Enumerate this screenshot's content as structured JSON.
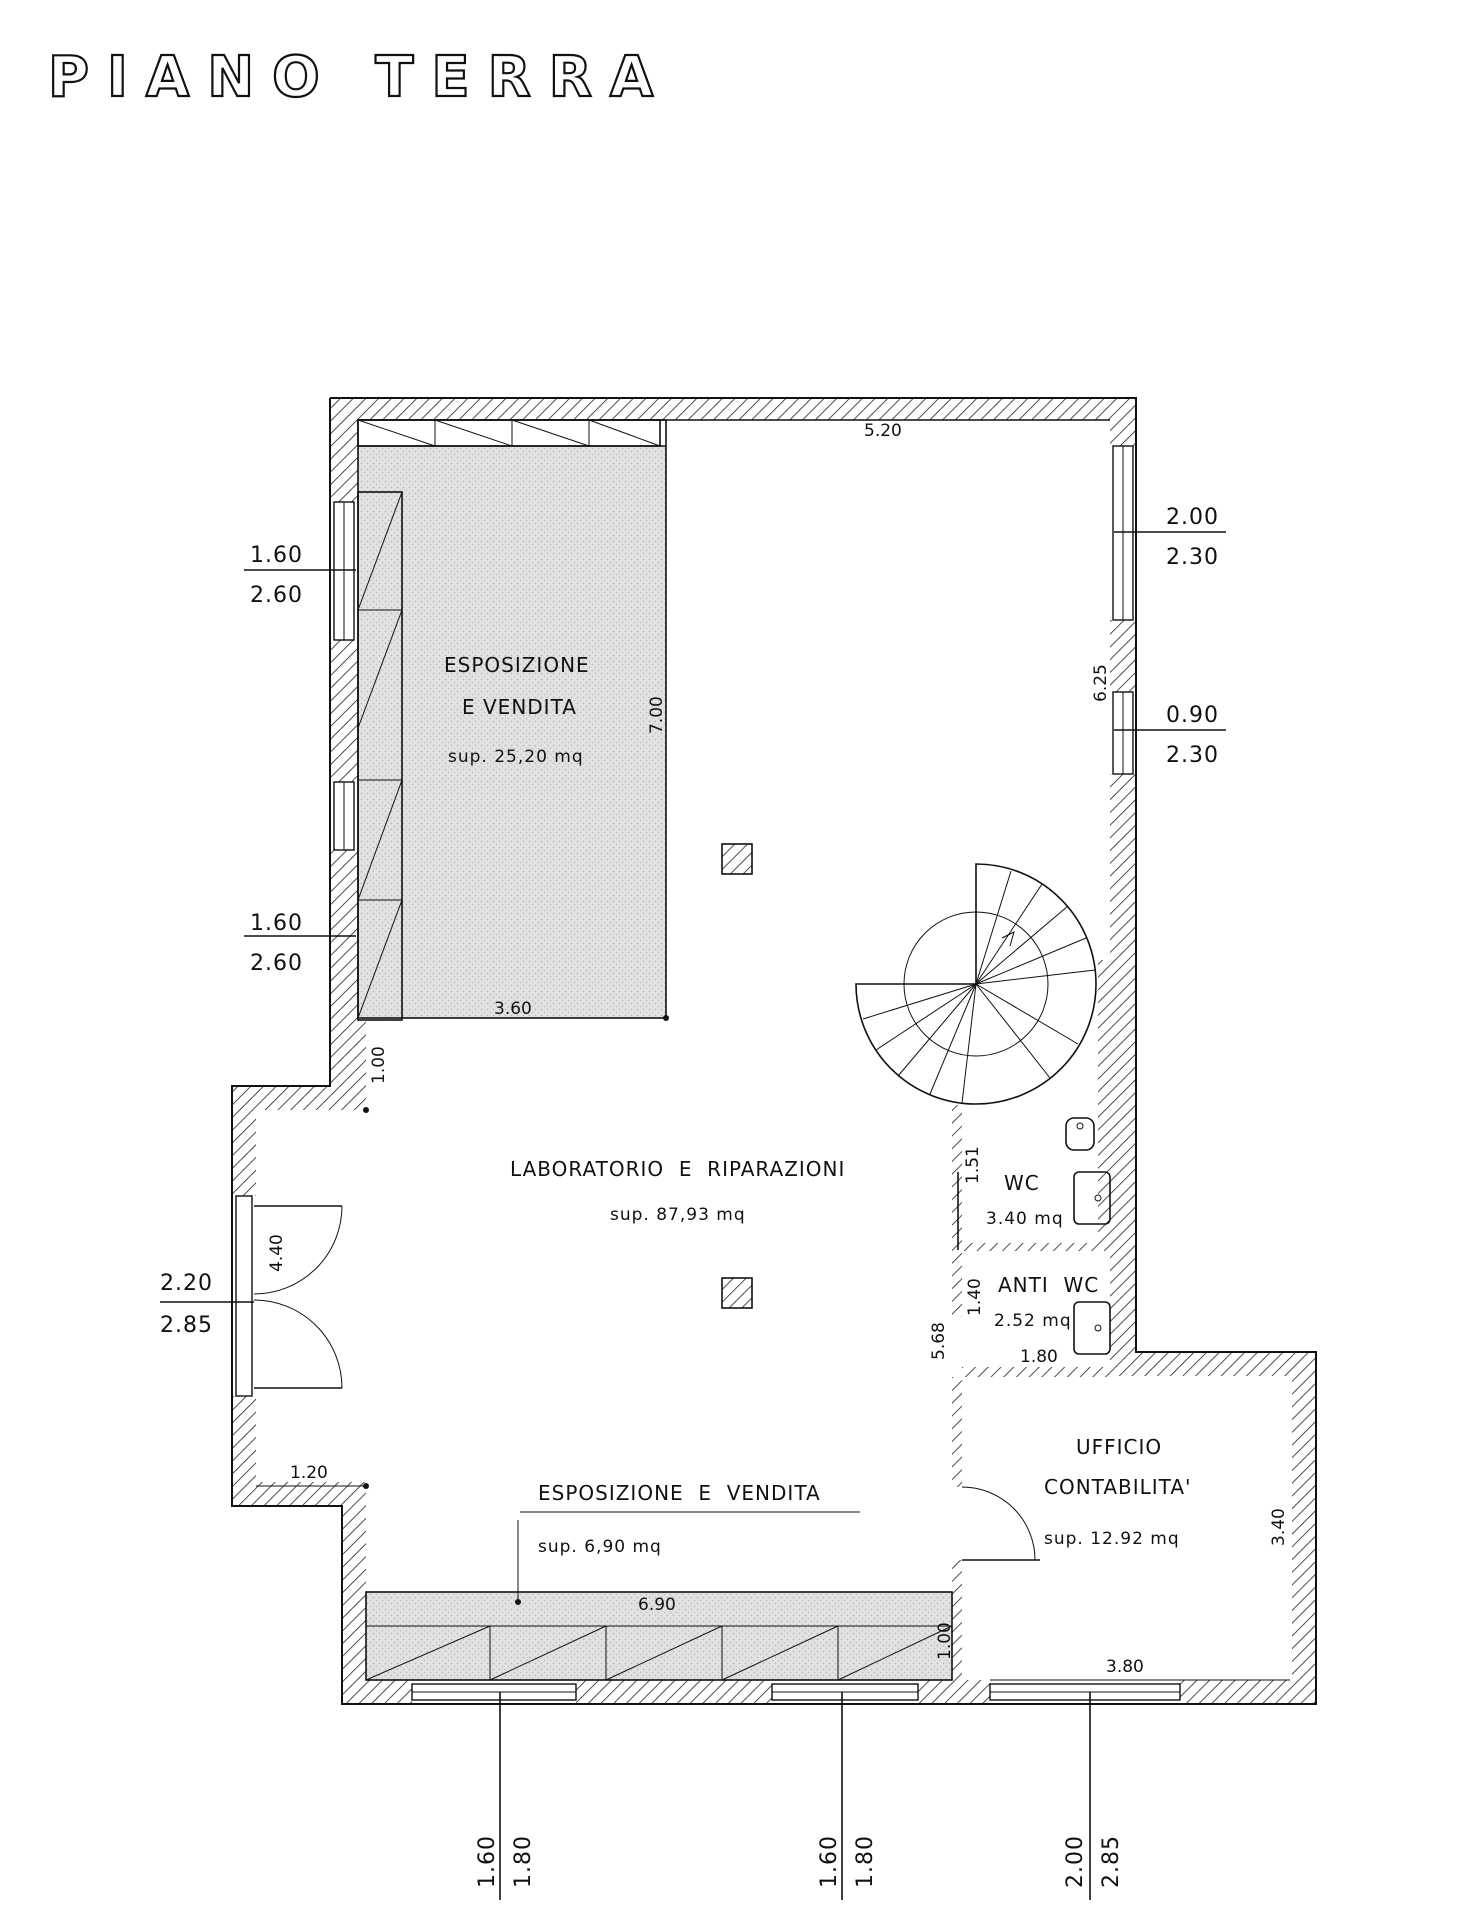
{
  "title": "PIANO TERRA",
  "rooms": {
    "esposizione_top": {
      "line1": "ESPOSIZIONE",
      "line2": "E VENDITA",
      "area": "sup. 25,20 mq"
    },
    "laboratorio": {
      "name": "LABORATORIO  E  RIPARAZIONI",
      "area": "sup. 87,93 mq"
    },
    "esposizione_bottom": {
      "name": "ESPOSIZIONE  E  VENDITA",
      "area": "sup. 6,90 mq"
    },
    "wc": {
      "name": "WC",
      "area": "3.40 mq"
    },
    "anti_wc": {
      "name": "ANTI  WC",
      "area": "2.52 mq"
    },
    "ufficio": {
      "line1": "UFFICIO",
      "line2": "CONTABILITA'",
      "area": "sup. 12.92 mq"
    }
  },
  "dimensions": {
    "top_width": "5.20",
    "esposizione_height": "7.00",
    "esposizione_width": "3.60",
    "right_height": "6.25",
    "wall_left_step": "1.00",
    "entrance_width": "4.40",
    "left_bottom_step": "1.20",
    "wc_height": "1.51",
    "anti_wc_height": "1.40",
    "anti_wc_width": "1.80",
    "partition_height": "5.68",
    "expo_bottom_width": "6.90",
    "expo_bottom_depth": "1.00",
    "ufficio_height": "3.40",
    "ufficio_width": "3.80"
  },
  "openings": {
    "left_upper": {
      "top": "1.60",
      "bottom": "2.60"
    },
    "left_lower": {
      "top": "1.60",
      "bottom": "2.60"
    },
    "right_upper": {
      "top": "2.00",
      "bottom": "2.30"
    },
    "right_lower": {
      "top": "0.90",
      "bottom": "2.30"
    },
    "entrance": {
      "top": "2.20",
      "bottom": "2.85"
    },
    "bottom_1": {
      "a": "1.60",
      "b": "1.80"
    },
    "bottom_2": {
      "a": "1.60",
      "b": "1.80"
    },
    "bottom_3": {
      "a": "2.00",
      "b": "2.85"
    }
  }
}
